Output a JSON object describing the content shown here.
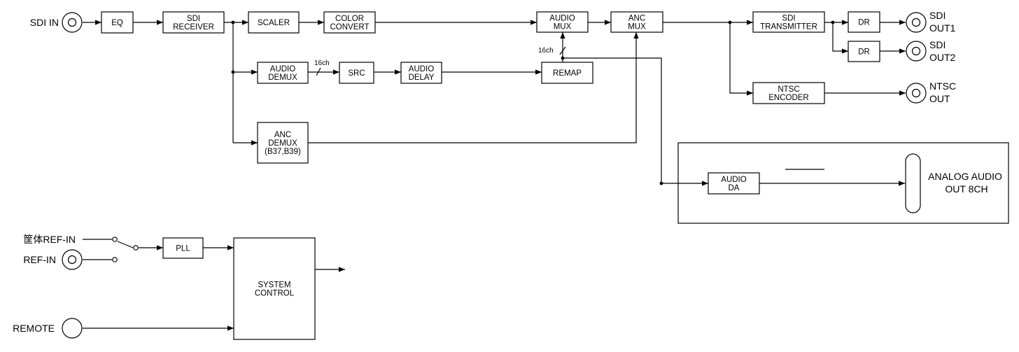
{
  "blocks": {
    "eq": [
      "EQ"
    ],
    "sdi_receiver": [
      "SDI",
      "RECEIVER"
    ],
    "scaler": [
      "SCALER"
    ],
    "color_convert": [
      "COLOR",
      "CONVERT"
    ],
    "audio_mux": [
      "AUDIO",
      "MUX"
    ],
    "anc_mux": [
      "ANC",
      "MUX"
    ],
    "sdi_transmitter": [
      "SDI",
      "TRANSMITTER"
    ],
    "dr1": [
      "DR"
    ],
    "dr2": [
      "DR"
    ],
    "audio_demux": [
      "AUDIO",
      "DEMUX"
    ],
    "src": [
      "SRC"
    ],
    "audio_delay": [
      "AUDIO",
      "DELAY"
    ],
    "remap": [
      "REMAP"
    ],
    "ntsc_encoder": [
      "NTSC",
      "ENCODER"
    ],
    "anc_demux": [
      "ANC",
      "DEMUX",
      "(B37,B39)"
    ],
    "audio_da": [
      "AUDIO",
      "DA"
    ],
    "pll": [
      "PLL"
    ],
    "system_control": [
      "SYSTEM",
      "CONTROL"
    ]
  },
  "labels": {
    "sdi_in": "SDI IN",
    "sdi_out1": [
      "SDI",
      "OUT1"
    ],
    "sdi_out2": [
      "SDI",
      "OUT2"
    ],
    "ntsc_out": [
      "NTSC",
      "OUT"
    ],
    "analog_audio_out": [
      "ANALOG AUDIO",
      "OUT 8CH"
    ],
    "frame_ref_in": "筐体REF-IN",
    "ref_in": "REF-IN",
    "remote": "REMOTE",
    "ch16_a": "16ch",
    "ch16_b": "16ch"
  }
}
